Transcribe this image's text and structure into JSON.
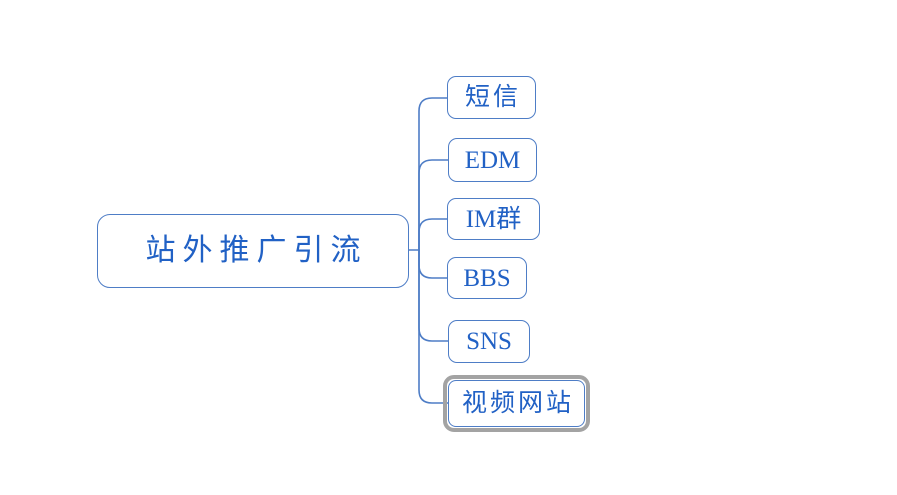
{
  "diagram": {
    "type": "mindmap",
    "root": {
      "label": "站外推广引流"
    },
    "topics": [
      {
        "label": "短信",
        "selected": false
      },
      {
        "label": "EDM",
        "selected": false
      },
      {
        "label": "IM群",
        "selected": false
      },
      {
        "label": "BBS",
        "selected": false
      },
      {
        "label": "SNS",
        "selected": false
      },
      {
        "label": "视频网站",
        "selected": true
      }
    ],
    "selected_topic": "视频网站",
    "colors": {
      "background": "#ffffff",
      "node_border": "#4e7dc6",
      "node_text": "#2161c5",
      "connector": "#4e7dc6",
      "selection_outline": "#a3a3a3"
    }
  }
}
